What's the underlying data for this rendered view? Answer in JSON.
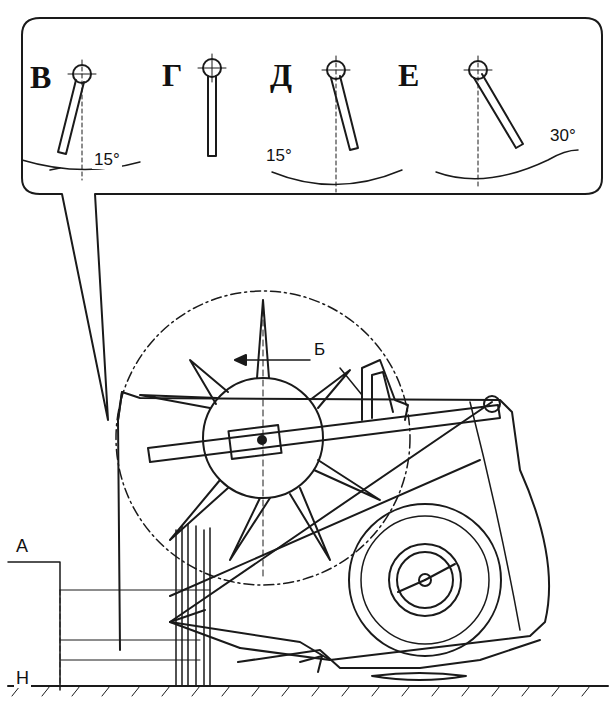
{
  "diagram": {
    "labels": [
      "В",
      "Г",
      "Д",
      "Е",
      "15°",
      "15°",
      "30°",
      "Б",
      "А",
      "Н"
    ]
  }
}
